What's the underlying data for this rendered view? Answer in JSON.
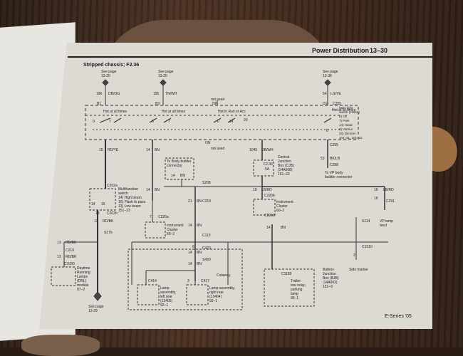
{
  "header": {
    "title": "Power Distribution",
    "page": "13–30"
  },
  "subtitle": "Stripped chassis; F2.36",
  "footer": "E-Series '05",
  "top_refs": [
    {
      "see": "See page",
      "page": "13-20",
      "circuit": "196",
      "color": "DB/OG"
    },
    {
      "see": "See page",
      "page": "13-20",
      "circuit": "195",
      "color": "TN/WH"
    },
    {
      "see": "See page",
      "page": "13-38",
      "circuit": "54",
      "color": "LG/YE"
    }
  ],
  "switch_labels": {
    "pins": {
      "b1": "B1",
      "b3": "B3",
      "i5n": "I5N",
      "d1": "D1",
      "c205": "C205"
    },
    "not_used_1": "not used",
    "not_used_2": "not used",
    "hot1": "Hot at all times",
    "hot2": "Hot at all times",
    "hot_run": "Hot in Run or Acc",
    "hot3": "Hot at all times",
    "main_light_switch": [
      "Main light",
      "switch (11654)",
      "0) Off",
      "7) Park",
      "14) Head",
      "8) Interior",
      "20) Dimmer",
      "101–21, 101–22"
    ],
    "on": "ON",
    "numbers": [
      "0",
      "7",
      "0",
      "7",
      "0",
      "14",
      "8",
      "20"
    ]
  },
  "wires": {
    "w15": {
      "num": "15",
      "color": "RD/YE"
    },
    "w14a": {
      "num": "14",
      "color": "BN"
    },
    "w1045": {
      "num": "1045",
      "color": "DB/WH"
    },
    "w53": {
      "num": "53",
      "color": "BK/LB"
    },
    "c255": "C255",
    "c298": "C298",
    "to_vp": [
      "To VP body",
      "builder connector"
    ],
    "to_body_builder": [
      "To Body builder",
      "connector"
    ],
    "w14b": {
      "num": "14",
      "color": "BN"
    },
    "fuse": {
      "name": "F2.36",
      "amps": "5A"
    },
    "central_junction": [
      "Central",
      "Junction",
      "Box (CJB)",
      "(14A068)",
      "151–22"
    ],
    "s208": "S208",
    "w19_lbrd": {
      "num": "19",
      "color": "LB/RD"
    },
    "c220b": "C220b",
    "w19b": {
      "num": "19",
      "color": "LB/RD"
    },
    "w19c": {
      "num": "19",
      "color": "LB/RD"
    },
    "c291": "C291",
    "multifunction": [
      "Multifunction",
      "switch",
      "14) High beam",
      "15) Flash to pass",
      "13) Low beam",
      "151–23"
    ],
    "c202a": "C202a",
    "c202b": "C202b",
    "pin_14": "14",
    "pin_15": "15",
    "pin_13": "13",
    "w14c": {
      "num": "14",
      "color": "BN"
    },
    "w21": {
      "num": "21",
      "color": "BN"
    },
    "c219": "C219",
    "instrument_cluster_1": [
      "Instrument",
      "Cluster",
      "60–2"
    ],
    "instrument_cluster_2": [
      "Instrument",
      "Cluster",
      "60–2"
    ],
    "c220a": "C220a",
    "c220b2": "C220b",
    "w13rdbk": {
      "num": "13",
      "color": "RD/BK"
    },
    "s279": "S279",
    "s114": "S114",
    "vp_lamp_feed": [
      "VP lamp",
      "feed"
    ],
    "w14d": {
      "num": "14",
      "color": "BN"
    },
    "c110": "C110",
    "w14e": {
      "num": "14",
      "color": "BN"
    },
    "w14f": {
      "num": "14",
      "color": "BN"
    },
    "w14g": {
      "num": "14",
      "color": "BN"
    },
    "w13a": {
      "num": "13",
      "color": "RD/BK"
    },
    "c219b": "C219",
    "w13b": {
      "num": "13",
      "color": "RD/BK"
    },
    "c1030": "C1030",
    "drl": [
      "Daytime",
      "Running",
      "Lamps",
      "(DRL)",
      "module",
      "97–2"
    ],
    "see_bottom": [
      "See page",
      "13-29"
    ],
    "c420": "C420",
    "s430": "S430",
    "cutaway": "Cutaway",
    "c414": "C414",
    "c417": "C417",
    "lamp_left": [
      "Lamp",
      "assembly,",
      "left rear",
      "(13405)",
      "92–1"
    ],
    "lamp_right": [
      "Lamp assembly,",
      "right rear",
      "(13404)",
      "92–1"
    ],
    "c1189": "C1189",
    "trailer": [
      "Trailer",
      "tow relay,",
      "parking",
      "lamp",
      "95–1"
    ],
    "battery_jb": [
      "Battery",
      "Junction",
      "Box (BJB)",
      "(14A003)",
      "151–3"
    ],
    "c1510": "C1510",
    "side_marker": "Side marker",
    "w2": "2",
    "w6": "6",
    "w7": "7",
    "w3": "3"
  }
}
